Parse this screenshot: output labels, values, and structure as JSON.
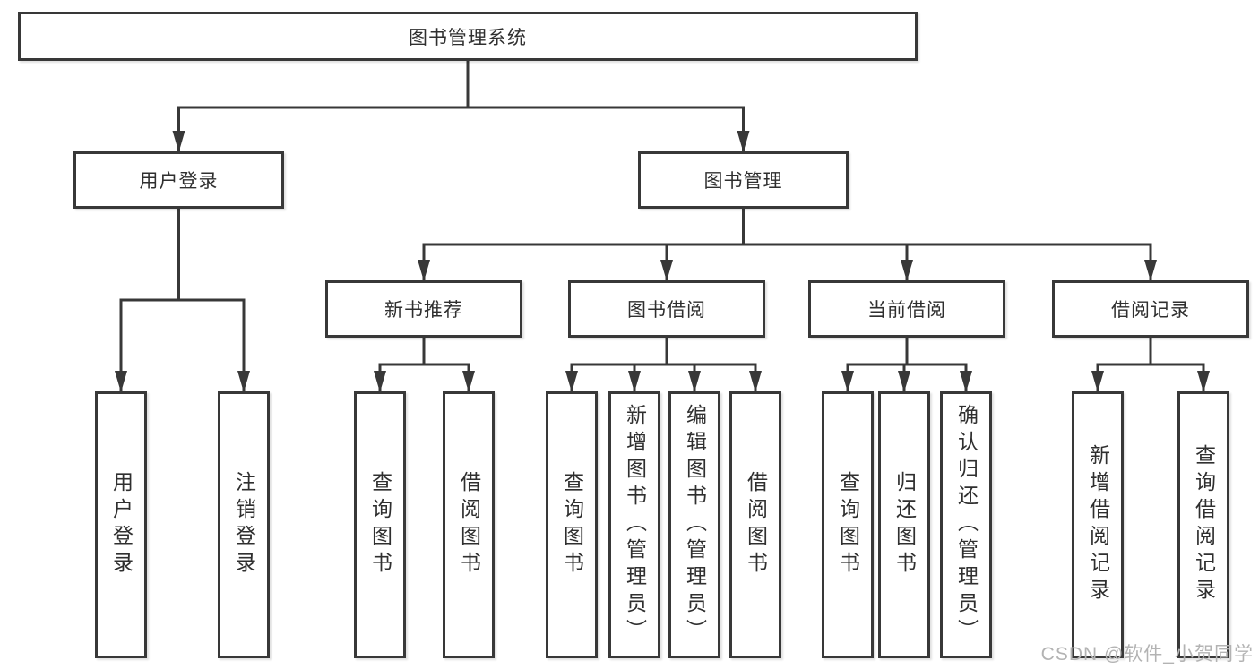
{
  "diagram_title": "图书管理系统",
  "nodes": {
    "root": {
      "label": "图书管理系统"
    },
    "user_login": {
      "label": "用户登录"
    },
    "book_mgmt": {
      "label": "图书管理"
    },
    "new_book_rec": {
      "label": "新书推荐"
    },
    "book_borrow": {
      "label": "图书借阅"
    },
    "current_borrow": {
      "label": "当前借阅"
    },
    "borrow_records": {
      "label": "借阅记录"
    },
    "leaf_user_login": {
      "label": "用户登录"
    },
    "leaf_logout": {
      "label": "注销登录"
    },
    "leaf_nbr_query_books": {
      "label": "查询图书"
    },
    "leaf_nbr_borrow_books": {
      "label": "借阅图书"
    },
    "leaf_bb_query_books": {
      "label": "查询图书"
    },
    "leaf_bb_add_books": {
      "label": "新增图书（管理员）"
    },
    "leaf_bb_edit_books": {
      "label": "编辑图书（管理员）"
    },
    "leaf_bb_borrow_books": {
      "label": "借阅图书"
    },
    "leaf_cb_query_books": {
      "label": "查询图书"
    },
    "leaf_cb_return_books": {
      "label": "归还图书"
    },
    "leaf_cb_confirm_return": {
      "label": "确认归还（管理员）"
    },
    "leaf_br_add_record": {
      "label": "新增借阅记录"
    },
    "leaf_br_query_record": {
      "label": "查询借阅记录"
    }
  },
  "watermark": "CSDN @软件_小贺同学",
  "colors": {
    "line": "#383838",
    "box_border": "#383838",
    "text": "#2f2f2f",
    "watermark": "#b3b3b3",
    "background": "#ffffff"
  }
}
